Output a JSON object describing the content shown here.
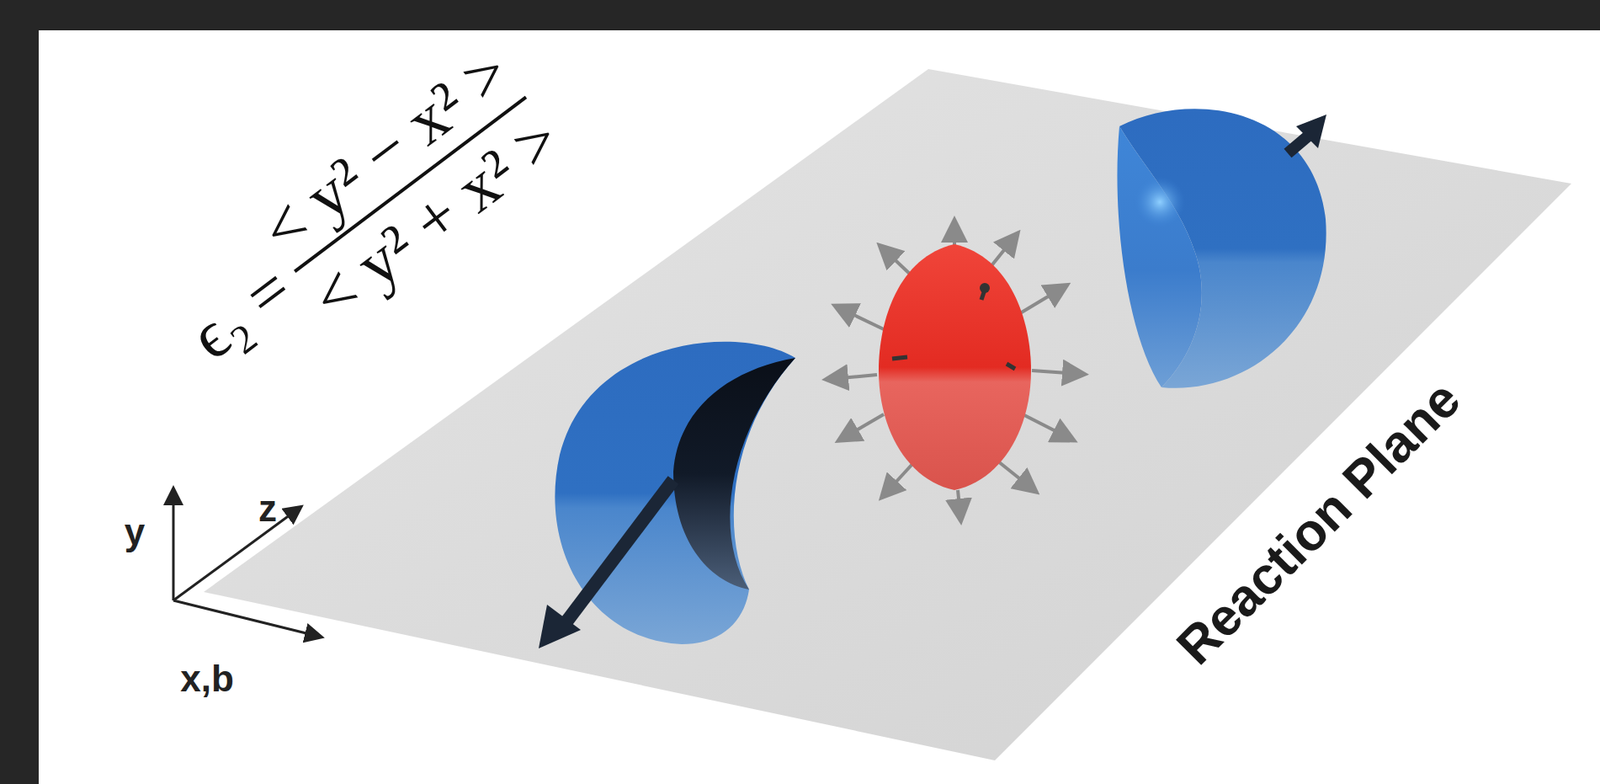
{
  "diagram": {
    "labels": [
      "ϵ₂ =",
      "< y² − x² >",
      "< y² + x² >",
      "y",
      "z",
      "x,b",
      "Reaction Plane"
    ]
  }
}
